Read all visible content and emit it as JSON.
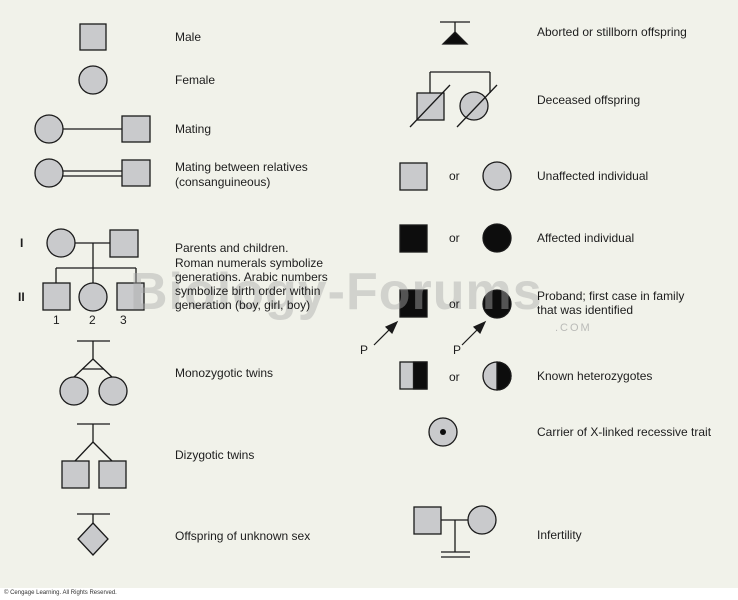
{
  "colors": {
    "background": "#f1f2ea",
    "symbol_fill": "#c9cacc",
    "affected_fill": "#0d0d0d",
    "stroke": "#1a1a1a"
  },
  "legend_left": {
    "male": "Male",
    "female": "Female",
    "mating": "Mating",
    "consanguineous": [
      "Mating between relatives",
      "(consanguineous)"
    ],
    "parents_children": [
      "Parents and children.",
      "Roman numerals symbolize",
      "generations. Arabic numbers",
      "symbolize birth order within",
      "generation (boy, girl, boy)"
    ],
    "monozygotic": "Monozygotic twins",
    "dizygotic": "Dizygotic twins",
    "unknown_sex": "Offspring of unknown sex"
  },
  "legend_right": {
    "aborted": "Aborted or stillborn offspring",
    "deceased": "Deceased offspring",
    "unaffected": "Unaffected individual",
    "affected": "Affected individual",
    "proband": [
      "Proband; first case in family",
      "that was identified"
    ],
    "heterozygotes": "Known heterozygotes",
    "carrier": "Carrier of X-linked recessive trait",
    "infertility": "Infertility"
  },
  "pedigree": {
    "gen_1": "I",
    "gen_2": "II",
    "birth_order": [
      "1",
      "2",
      "3"
    ]
  },
  "connector_or": "or",
  "proband_marker": "P",
  "watermark": {
    "main": "Biology-Forums",
    "sub": ".COM"
  },
  "copyright": "© Cengage Learning. All Rights Reserved."
}
